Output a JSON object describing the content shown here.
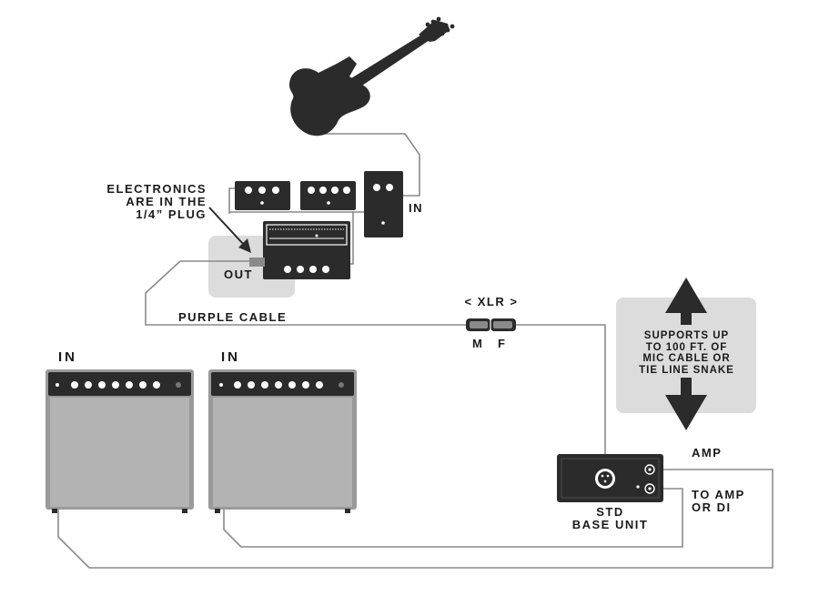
{
  "labels": {
    "electronics_note": "ELECTRONICS\nARE IN THE\n1/4” PLUG",
    "pedal_in": "IN",
    "tuner_out": "OUT",
    "purple_cable": "PURPLE CABLE",
    "xlr": "< XLR >",
    "xlr_m": "M",
    "xlr_f": "F",
    "supports_note": "SUPPORTS UP\nTO 100 FT. OF\nMIC CABLE OR\nTIE LINE SNAKE",
    "amp1_in": "IN",
    "amp2_in": "IN",
    "base_unit": "STD\nBASE UNIT",
    "amp_out": "AMP",
    "to_amp_or_di": "TO AMP\nOR DI"
  },
  "colors": {
    "device_dark": "#2b2b2b",
    "cable": "#8a8a8a",
    "highlight_box": "#dcdcdc",
    "amp_body": "#9a9a9a",
    "amp_grille": "#b3b3b3"
  }
}
